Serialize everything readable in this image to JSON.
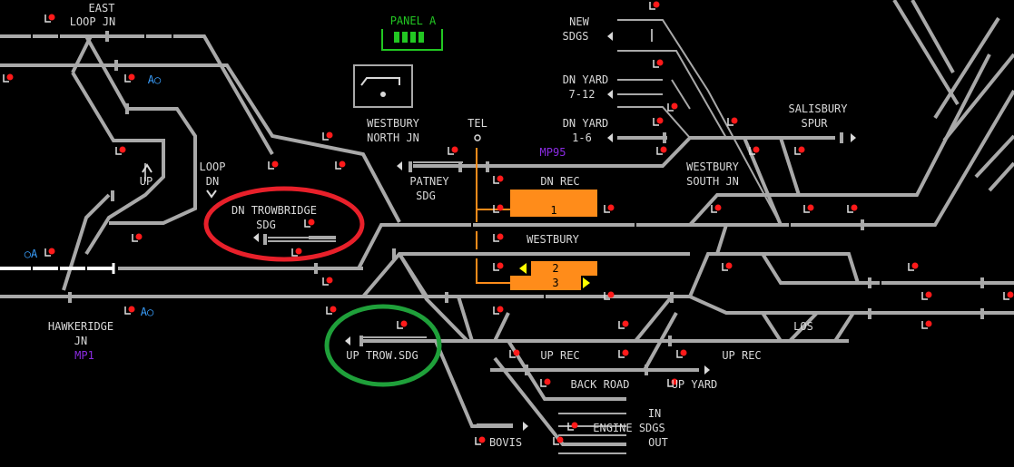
{
  "panel": {
    "name": "PANEL A",
    "labels": {
      "east_loop_jn_1": "EAST",
      "east_loop_jn_2": "LOOP JN",
      "new_sdgs_1": "NEW",
      "new_sdgs_2": "SDGS",
      "dn_yard_712_1": "DN YARD",
      "dn_yard_712_2": "7-12",
      "dn_yard_16_1": "DN YARD",
      "dn_yard_16_2": "1-6",
      "salisbury_spur_1": "SALISBURY",
      "salisbury_spur_2": "SPUR",
      "westbury_north_jn_1": "WESTBURY",
      "westbury_north_jn_2": "NORTH JN",
      "tel": "TEL",
      "mp95": "MP95",
      "patney_sdg_1": "PATNEY",
      "patney_sdg_2": "SDG",
      "dn_rec": "DN REC",
      "westbury_south_jn_1": "WESTBURY",
      "westbury_south_jn_2": "SOUTH JN",
      "up": "UP",
      "loop_dn_1": "LOOP",
      "loop_dn_2": "DN",
      "dn_trowbridge_sdg_1": "DN TROWBRIDGE",
      "dn_trowbridge_sdg_2": "SDG",
      "westbury": "WESTBURY",
      "hawkeridge_jn_1": "HAWKERIDGE",
      "hawkeridge_jn_2": "JN",
      "mp1": "MP1",
      "los": "LOS",
      "up_trow_sdg": "UP TROW.SDG",
      "up_rec_1": "UP REC",
      "up_rec_2": "UP REC",
      "back_road": "BACK ROAD",
      "up_yard": "UP YARD",
      "in": "IN",
      "engine_sdgs": "ENGINE SDGS",
      "out": "OUT",
      "bovis": "BOVIS"
    },
    "platforms": [
      {
        "id": "dn_rec_platform",
        "number": "1"
      },
      {
        "id": "westbury_platform_2",
        "number": "2"
      },
      {
        "id": "westbury_platform_3",
        "number": "3"
      }
    ],
    "aspect_indicators": {
      "a_right_top": "A○",
      "a_left_mid": "○A",
      "a_right_bottom": "A○"
    },
    "colors": {
      "track": "#a9a9a9",
      "platform": "#ff8c1a",
      "signal": "#ff1a1a",
      "panel_label": "#22c722",
      "milepost": "#8a2be2",
      "indicator": "#3aa0ff",
      "highlight_red": "#e8202a",
      "highlight_green": "#1fa03a"
    }
  }
}
